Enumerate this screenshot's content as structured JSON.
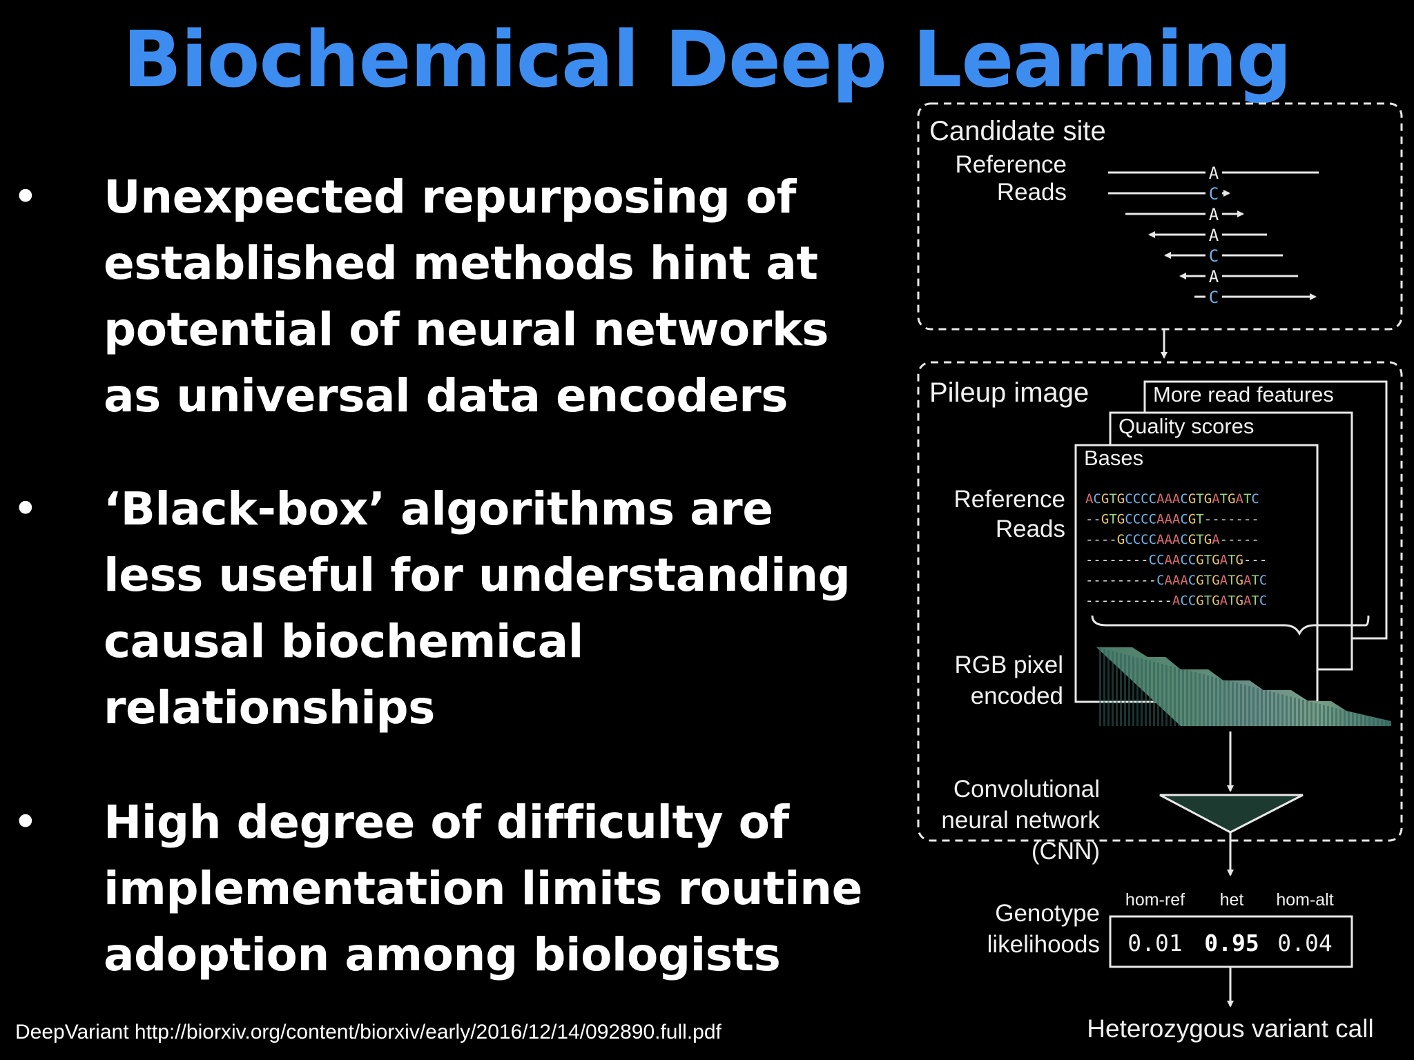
{
  "slide": {
    "title": "Biochemical Deep Learning",
    "bullets": [
      "Unexpected repurposing of established methods hint at potential of neural networks as universal data encoders",
      "‘Black-box’ algorithms are less useful  for understanding causal biochemical relationships",
      "High degree of difficulty of implementation limits routine adoption among biologists"
    ],
    "bullet_glyph": "•",
    "footer": "DeepVariant http://biorxiv.org/content/biorxiv/early/2016/12/14/092890.full.pdf"
  },
  "figure": {
    "candidate_site": {
      "heading": "Candidate site",
      "label_reference": "Reference",
      "label_reads": "Reads",
      "bases": [
        "A",
        "C",
        "A",
        "A",
        "C",
        "A",
        "C"
      ]
    },
    "pileup": {
      "heading": "Pileup image",
      "layer_more": "More read features",
      "layer_quality": "Quality scores",
      "layer_bases": "Bases",
      "label_reference": "Reference",
      "label_reads": "Reads",
      "rows": [
        "ACGTGCCCCAAACGTGATGATC",
        "--GTGCCCCAAACGT-------",
        "----GCCCCAAACGTGA-----",
        "--------CCAACCGTGATG---",
        "---------CAAACGTGATGATC",
        "-----------ACCGTGATGATC"
      ],
      "rgb_label_1": "RGB pixel",
      "rgb_label_2": "encoded"
    },
    "cnn": {
      "line1": "Convolutional",
      "line2": "neural network",
      "line3": "(CNN)"
    },
    "genotype": {
      "label_1": "Genotype",
      "label_2": "likelihoods",
      "classes": [
        "hom-ref",
        "het",
        "hom-alt"
      ],
      "values": [
        "0.01",
        "0.95",
        "0.04"
      ]
    },
    "result": "Heterozygous variant call",
    "base_colors": {
      "A": "#d86a70",
      "C": "#6fb4e8",
      "G": "#e8c46a",
      "T": "#9ad47a",
      "dash": "#e6e6e6"
    },
    "line_color": "#e8e8e8",
    "cnn_fill": "#1c3a30"
  }
}
